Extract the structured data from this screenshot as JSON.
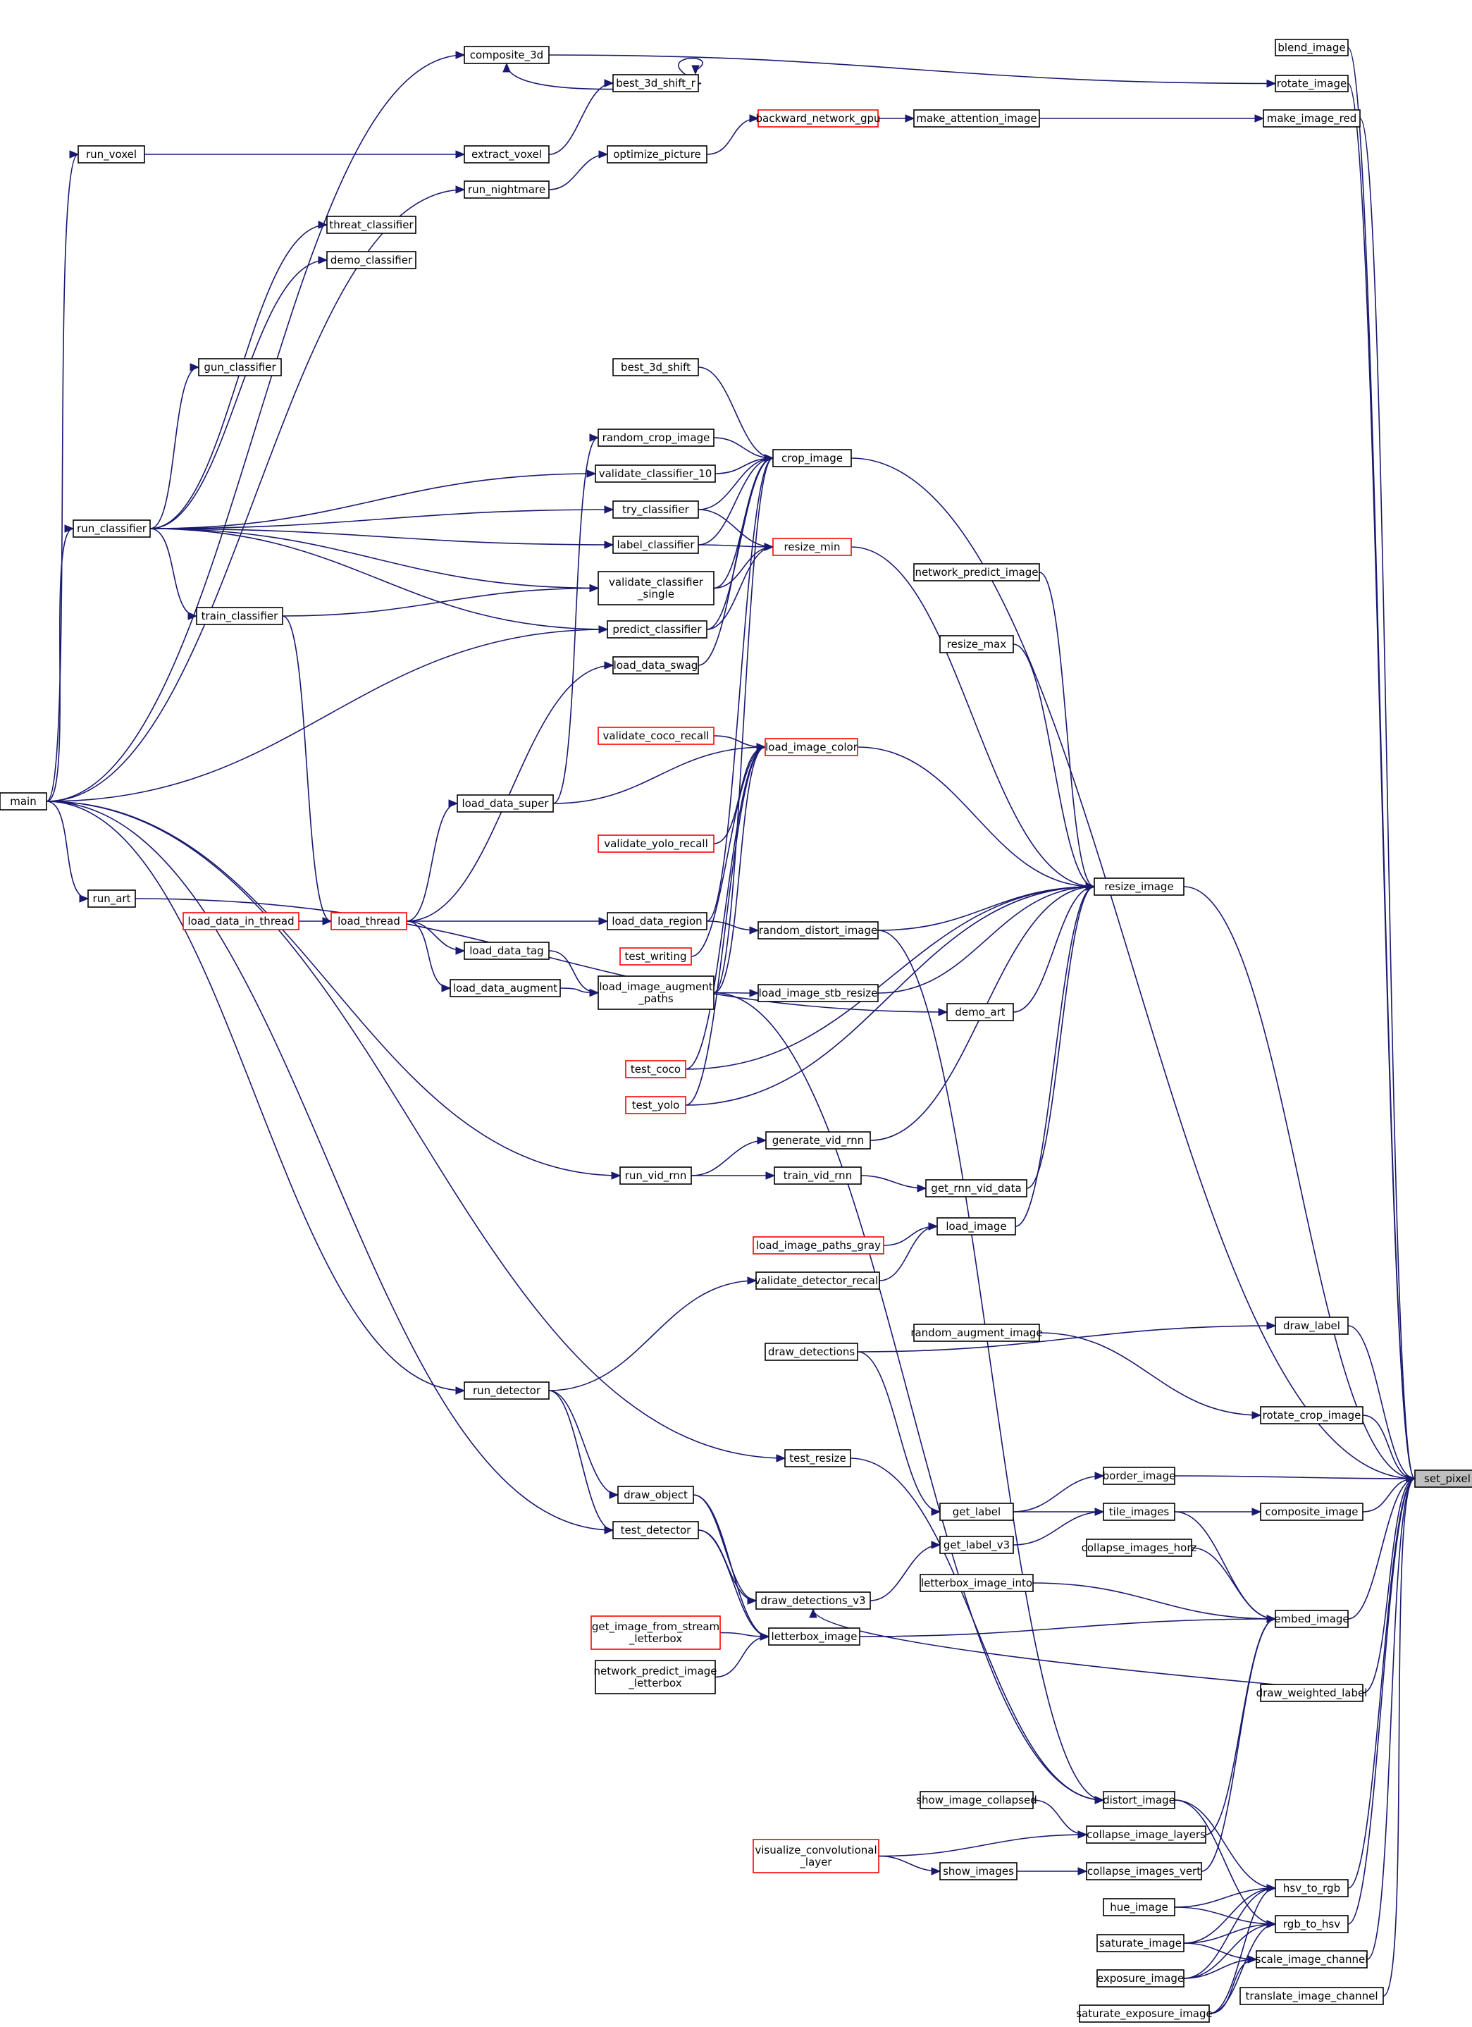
{
  "graph": {
    "target": "set_pixel",
    "edge_color": "#191970",
    "node_border_color": "#000000",
    "incomplete_node_border_color": "#ff0000",
    "target_fill_color": "#bfbfbf",
    "nodes": [
      {
        "id": "set_pixel",
        "lines": [
          "set_pixel"
        ]
      },
      {
        "id": "blend_image",
        "lines": [
          "blend_image"
        ]
      },
      {
        "id": "rotate_image",
        "lines": [
          "rotate_image"
        ]
      },
      {
        "id": "make_image_red",
        "lines": [
          "make_image_red"
        ]
      },
      {
        "id": "make_attention_image",
        "lines": [
          "make_attention_image"
        ]
      },
      {
        "id": "backward_network_gpu",
        "lines": [
          "backward_network_gpu"
        ],
        "red": true
      },
      {
        "id": "optimize_picture",
        "lines": [
          "optimize_picture"
        ]
      },
      {
        "id": "run_nightmare",
        "lines": [
          "run_nightmare"
        ]
      },
      {
        "id": "composite_3d",
        "lines": [
          "composite_3d"
        ]
      },
      {
        "id": "best_3d_shift_r",
        "lines": [
          "best_3d_shift_r"
        ]
      },
      {
        "id": "extract_voxel",
        "lines": [
          "extract_voxel"
        ]
      },
      {
        "id": "run_voxel",
        "lines": [
          "run_voxel"
        ]
      },
      {
        "id": "threat_classifier",
        "lines": [
          "threat_classifier"
        ]
      },
      {
        "id": "demo_classifier",
        "lines": [
          "demo_classifier"
        ]
      },
      {
        "id": "gun_classifier",
        "lines": [
          "gun_classifier"
        ]
      },
      {
        "id": "best_3d_shift",
        "lines": [
          "best_3d_shift"
        ]
      },
      {
        "id": "random_crop_image",
        "lines": [
          "random_crop_image"
        ]
      },
      {
        "id": "crop_image",
        "lines": [
          "crop_image"
        ]
      },
      {
        "id": "validate_classifier_10",
        "lines": [
          "validate_classifier_10"
        ]
      },
      {
        "id": "try_classifier",
        "lines": [
          "try_classifier"
        ]
      },
      {
        "id": "label_classifier",
        "lines": [
          "label_classifier"
        ]
      },
      {
        "id": "resize_min",
        "lines": [
          "resize_min"
        ],
        "red": true
      },
      {
        "id": "validate_classifier_single",
        "lines": [
          "validate_classifier",
          "_single"
        ]
      },
      {
        "id": "run_classifier",
        "lines": [
          "run_classifier"
        ]
      },
      {
        "id": "train_classifier",
        "lines": [
          "train_classifier"
        ]
      },
      {
        "id": "predict_classifier",
        "lines": [
          "predict_classifier"
        ]
      },
      {
        "id": "network_predict_image",
        "lines": [
          "network_predict_image"
        ]
      },
      {
        "id": "resize_max",
        "lines": [
          "resize_max"
        ]
      },
      {
        "id": "load_data_swag",
        "lines": [
          "load_data_swag"
        ]
      },
      {
        "id": "validate_coco_recall",
        "lines": [
          "validate_coco_recall"
        ],
        "red": true
      },
      {
        "id": "load_image_color",
        "lines": [
          "load_image_color"
        ],
        "red": true
      },
      {
        "id": "main",
        "lines": [
          "main"
        ]
      },
      {
        "id": "load_data_super",
        "lines": [
          "load_data_super"
        ]
      },
      {
        "id": "validate_yolo_recall",
        "lines": [
          "validate_yolo_recall"
        ],
        "red": true
      },
      {
        "id": "resize_image",
        "lines": [
          "resize_image"
        ]
      },
      {
        "id": "run_art",
        "lines": [
          "run_art"
        ]
      },
      {
        "id": "load_data_in_thread",
        "lines": [
          "load_data_in_thread"
        ],
        "red": true
      },
      {
        "id": "load_thread",
        "lines": [
          "load_thread"
        ],
        "red": true
      },
      {
        "id": "load_data_region",
        "lines": [
          "load_data_region"
        ]
      },
      {
        "id": "random_distort_image",
        "lines": [
          "random_distort_image"
        ]
      },
      {
        "id": "load_data_tag",
        "lines": [
          "load_data_tag"
        ]
      },
      {
        "id": "test_writing",
        "lines": [
          "test_writing"
        ],
        "red": true
      },
      {
        "id": "load_data_augment",
        "lines": [
          "load_data_augment"
        ]
      },
      {
        "id": "load_image_augment_paths",
        "lines": [
          "load_image_augment",
          "_paths"
        ]
      },
      {
        "id": "load_image_stb_resize",
        "lines": [
          "load_image_stb_resize"
        ]
      },
      {
        "id": "demo_art",
        "lines": [
          "demo_art"
        ]
      },
      {
        "id": "test_coco",
        "lines": [
          "test_coco"
        ],
        "red": true
      },
      {
        "id": "test_yolo",
        "lines": [
          "test_yolo"
        ],
        "red": true
      },
      {
        "id": "generate_vid_rnn",
        "lines": [
          "generate_vid_rnn"
        ]
      },
      {
        "id": "run_vid_rnn",
        "lines": [
          "run_vid_rnn"
        ]
      },
      {
        "id": "train_vid_rnn",
        "lines": [
          "train_vid_rnn"
        ]
      },
      {
        "id": "get_rnn_vid_data",
        "lines": [
          "get_rnn_vid_data"
        ]
      },
      {
        "id": "load_image",
        "lines": [
          "load_image"
        ]
      },
      {
        "id": "load_image_paths_gray",
        "lines": [
          "load_image_paths_gray"
        ],
        "red": true
      },
      {
        "id": "validate_detector_recall",
        "lines": [
          "validate_detector_recall"
        ]
      },
      {
        "id": "draw_label",
        "lines": [
          "draw_label"
        ]
      },
      {
        "id": "random_augment_image",
        "lines": [
          "random_augment_image"
        ]
      },
      {
        "id": "draw_detections",
        "lines": [
          "draw_detections"
        ]
      },
      {
        "id": "run_detector",
        "lines": [
          "run_detector"
        ]
      },
      {
        "id": "rotate_crop_image",
        "lines": [
          "rotate_crop_image"
        ]
      },
      {
        "id": "test_resize",
        "lines": [
          "test_resize"
        ]
      },
      {
        "id": "border_image",
        "lines": [
          "border_image"
        ]
      },
      {
        "id": "draw_object",
        "lines": [
          "draw_object"
        ]
      },
      {
        "id": "get_label",
        "lines": [
          "get_label"
        ]
      },
      {
        "id": "tile_images",
        "lines": [
          "tile_images"
        ]
      },
      {
        "id": "composite_image",
        "lines": [
          "composite_image"
        ]
      },
      {
        "id": "test_detector",
        "lines": [
          "test_detector"
        ]
      },
      {
        "id": "get_label_v3",
        "lines": [
          "get_label_v3"
        ]
      },
      {
        "id": "collapse_images_horz",
        "lines": [
          "collapse_images_horz"
        ]
      },
      {
        "id": "letterbox_image_into",
        "lines": [
          "letterbox_image_into"
        ]
      },
      {
        "id": "draw_detections_v3",
        "lines": [
          "draw_detections_v3"
        ]
      },
      {
        "id": "embed_image",
        "lines": [
          "embed_image"
        ]
      },
      {
        "id": "get_image_from_stream_letterbox",
        "lines": [
          "get_image_from_stream",
          "_letterbox"
        ],
        "red": true
      },
      {
        "id": "letterbox_image",
        "lines": [
          "letterbox_image"
        ]
      },
      {
        "id": "network_predict_image_letterbox",
        "lines": [
          "network_predict_image",
          "_letterbox"
        ]
      },
      {
        "id": "draw_weighted_label",
        "lines": [
          "draw_weighted_label"
        ]
      },
      {
        "id": "show_image_collapsed",
        "lines": [
          "show_image_collapsed"
        ]
      },
      {
        "id": "distort_image",
        "lines": [
          "distort_image"
        ]
      },
      {
        "id": "collapse_image_layers",
        "lines": [
          "collapse_image_layers"
        ]
      },
      {
        "id": "visualize_convolutional_layer",
        "lines": [
          "visualize_convolutional",
          "_layer"
        ],
        "red": true
      },
      {
        "id": "show_images",
        "lines": [
          "show_images"
        ]
      },
      {
        "id": "collapse_images_vert",
        "lines": [
          "collapse_images_vert"
        ]
      },
      {
        "id": "hsv_to_rgb",
        "lines": [
          "hsv_to_rgb"
        ]
      },
      {
        "id": "hue_image",
        "lines": [
          "hue_image"
        ]
      },
      {
        "id": "rgb_to_hsv",
        "lines": [
          "rgb_to_hsv"
        ]
      },
      {
        "id": "saturate_image",
        "lines": [
          "saturate_image"
        ]
      },
      {
        "id": "scale_image_channel",
        "lines": [
          "scale_image_channel"
        ]
      },
      {
        "id": "exposure_image",
        "lines": [
          "exposure_image"
        ]
      },
      {
        "id": "saturate_exposure_image",
        "lines": [
          "saturate_exposure_image"
        ]
      },
      {
        "id": "translate_image_channel",
        "lines": [
          "translate_image_channel"
        ]
      }
    ],
    "edges": [
      [
        "blend_image",
        "set_pixel"
      ],
      [
        "rotate_image",
        "set_pixel"
      ],
      [
        "make_image_red",
        "set_pixel"
      ],
      [
        "crop_image",
        "set_pixel"
      ],
      [
        "resize_image",
        "set_pixel"
      ],
      [
        "draw_label",
        "set_pixel"
      ],
      [
        "rotate_crop_image",
        "set_pixel"
      ],
      [
        "border_image",
        "set_pixel"
      ],
      [
        "composite_image",
        "set_pixel"
      ],
      [
        "embed_image",
        "set_pixel"
      ],
      [
        "draw_weighted_label",
        "set_pixel"
      ],
      [
        "hsv_to_rgb",
        "set_pixel"
      ],
      [
        "rgb_to_hsv",
        "set_pixel"
      ],
      [
        "scale_image_channel",
        "set_pixel"
      ],
      [
        "translate_image_channel",
        "set_pixel"
      ],
      [
        "make_attention_image",
        "make_image_red"
      ],
      [
        "backward_network_gpu",
        "make_attention_image"
      ],
      [
        "optimize_picture",
        "backward_network_gpu"
      ],
      [
        "run_nightmare",
        "optimize_picture"
      ],
      [
        "main",
        "run_nightmare"
      ],
      [
        "composite_3d",
        "rotate_image"
      ],
      [
        "best_3d_shift_r",
        "composite_3d"
      ],
      [
        "best_3d_shift_r",
        "best_3d_shift_r"
      ],
      [
        "extract_voxel",
        "best_3d_shift_r"
      ],
      [
        "run_voxel",
        "extract_voxel"
      ],
      [
        "main",
        "run_voxel"
      ],
      [
        "main",
        "composite_3d"
      ],
      [
        "run_classifier",
        "threat_classifier"
      ],
      [
        "run_classifier",
        "demo_classifier"
      ],
      [
        "run_classifier",
        "gun_classifier"
      ],
      [
        "run_classifier",
        "validate_classifier_10"
      ],
      [
        "run_classifier",
        "try_classifier"
      ],
      [
        "run_classifier",
        "label_classifier"
      ],
      [
        "run_classifier",
        "validate_classifier_single"
      ],
      [
        "run_classifier",
        "train_classifier"
      ],
      [
        "run_classifier",
        "predict_classifier"
      ],
      [
        "main",
        "run_classifier"
      ],
      [
        "best_3d_shift",
        "crop_image"
      ],
      [
        "random_crop_image",
        "crop_image"
      ],
      [
        "validate_classifier_10",
        "crop_image"
      ],
      [
        "try_classifier",
        "crop_image"
      ],
      [
        "label_classifier",
        "crop_image"
      ],
      [
        "validate_classifier_single",
        "crop_image"
      ],
      [
        "predict_classifier",
        "crop_image"
      ],
      [
        "load_data_swag",
        "crop_image"
      ],
      [
        "load_data_region",
        "crop_image"
      ],
      [
        "load_image_augment_paths",
        "crop_image"
      ],
      [
        "load_data_super",
        "random_crop_image"
      ],
      [
        "try_classifier",
        "resize_min"
      ],
      [
        "label_classifier",
        "resize_min"
      ],
      [
        "validate_classifier_single",
        "resize_min"
      ],
      [
        "predict_classifier",
        "resize_min"
      ],
      [
        "train_classifier",
        "validate_classifier_single"
      ],
      [
        "load_thread",
        "load_data_swag"
      ],
      [
        "load_thread",
        "load_data_super"
      ],
      [
        "load_thread",
        "load_data_region"
      ],
      [
        "load_thread",
        "load_data_tag"
      ],
      [
        "load_thread",
        "load_data_augment"
      ],
      [
        "load_data_in_thread",
        "load_thread"
      ],
      [
        "train_classifier",
        "load_thread"
      ],
      [
        "load_data_tag",
        "load_image_augment_paths"
      ],
      [
        "load_data_augment",
        "load_image_augment_paths"
      ],
      [
        "validate_coco_recall",
        "load_image_color"
      ],
      [
        "validate_yolo_recall",
        "load_image_color"
      ],
      [
        "load_data_super",
        "load_image_color"
      ],
      [
        "test_writing",
        "load_image_color"
      ],
      [
        "load_image_augment_paths",
        "load_image_color"
      ],
      [
        "test_coco",
        "load_image_color"
      ],
      [
        "test_yolo",
        "load_image_color"
      ],
      [
        "main",
        "predict_classifier"
      ],
      [
        "run_art",
        "demo_art"
      ],
      [
        "main",
        "run_art"
      ],
      [
        "network_predict_image",
        "resize_image"
      ],
      [
        "resize_max",
        "resize_image"
      ],
      [
        "resize_min",
        "resize_image"
      ],
      [
        "load_image_color",
        "resize_image"
      ],
      [
        "load_data_region",
        "random_distort_image"
      ],
      [
        "load_image_augment_paths",
        "load_image_stb_resize"
      ],
      [
        "random_distort_image",
        "resize_image"
      ],
      [
        "load_image_stb_resize",
        "resize_image"
      ],
      [
        "demo_art",
        "resize_image"
      ],
      [
        "test_coco",
        "resize_image"
      ],
      [
        "test_yolo",
        "resize_image"
      ],
      [
        "generate_vid_rnn",
        "resize_image"
      ],
      [
        "get_rnn_vid_data",
        "resize_image"
      ],
      [
        "load_image",
        "resize_image"
      ],
      [
        "run_vid_rnn",
        "generate_vid_rnn"
      ],
      [
        "run_vid_rnn",
        "train_vid_rnn"
      ],
      [
        "train_vid_rnn",
        "get_rnn_vid_data"
      ],
      [
        "main",
        "run_vid_rnn"
      ],
      [
        "load_image_paths_gray",
        "load_image"
      ],
      [
        "validate_detector_recall",
        "load_image"
      ],
      [
        "run_detector",
        "validate_detector_recall"
      ],
      [
        "main",
        "run_detector"
      ],
      [
        "main",
        "test_resize"
      ],
      [
        "main",
        "test_detector"
      ],
      [
        "random_augment_image",
        "rotate_crop_image"
      ],
      [
        "draw_detections",
        "draw_label"
      ],
      [
        "get_label",
        "border_image"
      ],
      [
        "draw_detections",
        "get_label"
      ],
      [
        "tile_images",
        "composite_image"
      ],
      [
        "get_label",
        "tile_images"
      ],
      [
        "get_label_v3",
        "tile_images"
      ],
      [
        "draw_detections_v3",
        "get_label_v3"
      ],
      [
        "run_detector",
        "draw_object"
      ],
      [
        "run_detector",
        "test_detector"
      ],
      [
        "test_detector",
        "draw_detections_v3"
      ],
      [
        "draw_object",
        "draw_detections_v3"
      ],
      [
        "test_detector",
        "letterbox_image"
      ],
      [
        "draw_object",
        "letterbox_image"
      ],
      [
        "get_image_from_stream_letterbox",
        "letterbox_image"
      ],
      [
        "network_predict_image_letterbox",
        "letterbox_image"
      ],
      [
        "collapse_images_horz",
        "embed_image"
      ],
      [
        "letterbox_image_into",
        "embed_image"
      ],
      [
        "tile_images",
        "embed_image"
      ],
      [
        "letterbox_image",
        "embed_image"
      ],
      [
        "draw_weighted_label",
        "draw_detections_v3"
      ],
      [
        "show_image_collapsed",
        "collapse_image_layers"
      ],
      [
        "visualize_convolutional_layer",
        "collapse_image_layers"
      ],
      [
        "visualize_convolutional_layer",
        "show_images"
      ],
      [
        "show_images",
        "collapse_images_vert"
      ],
      [
        "collapse_image_layers",
        "embed_image"
      ],
      [
        "collapse_images_vert",
        "embed_image"
      ],
      [
        "distort_image",
        "hsv_to_rgb"
      ],
      [
        "distort_image",
        "rgb_to_hsv"
      ],
      [
        "hue_image",
        "hsv_to_rgb"
      ],
      [
        "hue_image",
        "rgb_to_hsv"
      ],
      [
        "saturate_image",
        "hsv_to_rgb"
      ],
      [
        "saturate_image",
        "rgb_to_hsv"
      ],
      [
        "saturate_image",
        "scale_image_channel"
      ],
      [
        "exposure_image",
        "hsv_to_rgb"
      ],
      [
        "exposure_image",
        "rgb_to_hsv"
      ],
      [
        "exposure_image",
        "scale_image_channel"
      ],
      [
        "saturate_exposure_image",
        "hsv_to_rgb"
      ],
      [
        "saturate_exposure_image",
        "rgb_to_hsv"
      ],
      [
        "saturate_exposure_image",
        "scale_image_channel"
      ],
      [
        "test_resize",
        "distort_image"
      ],
      [
        "random_distort_image",
        "distort_image"
      ],
      [
        "load_image_augment_paths",
        "distort_image"
      ]
    ]
  }
}
